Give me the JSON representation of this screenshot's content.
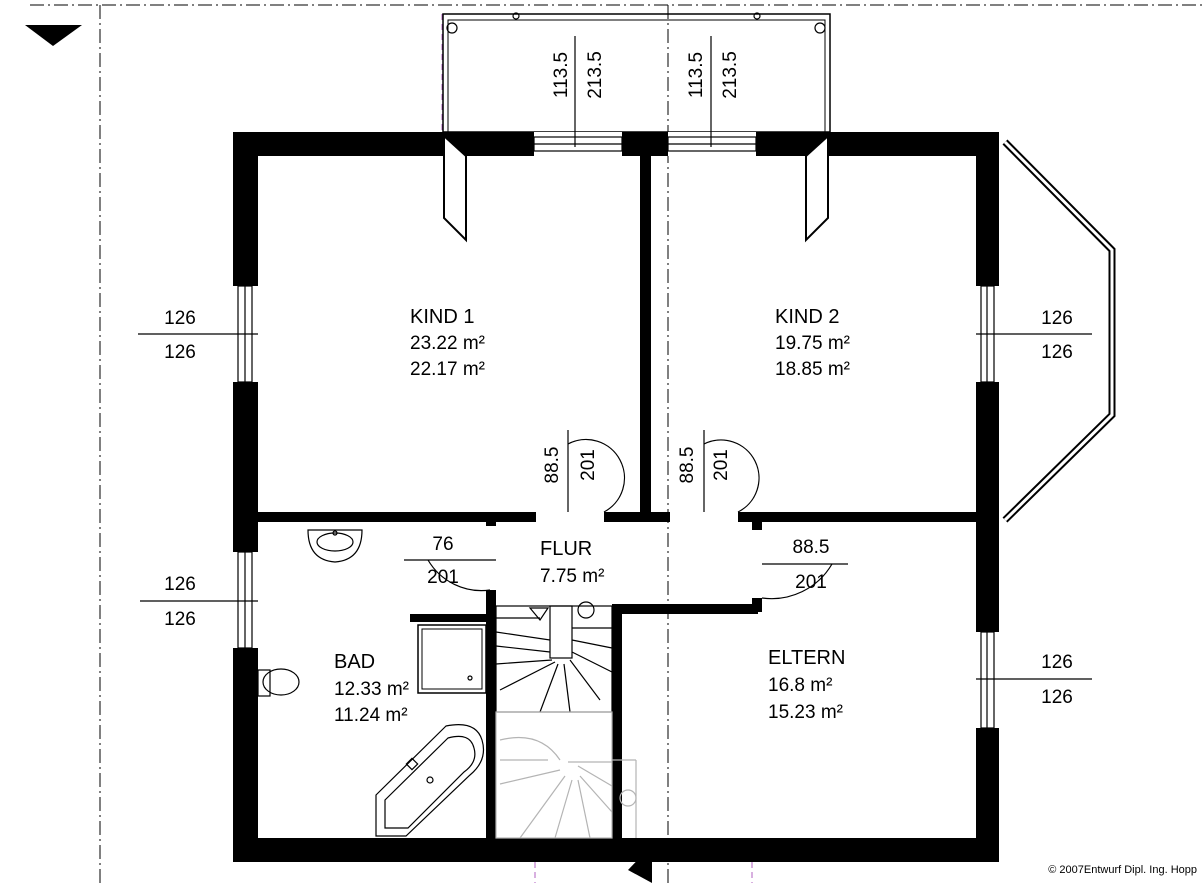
{
  "rooms": {
    "kind1": {
      "name": "KIND 1",
      "area_gross": "23.22 m²",
      "area_net": "22.17 m²"
    },
    "kind2": {
      "name": "KIND 2",
      "area_gross": "19.75 m²",
      "area_net": "18.85 m²"
    },
    "flur": {
      "name": "FLUR",
      "area_gross": "7.75 m²"
    },
    "bad": {
      "name": "BAD",
      "area_gross": "12.33 m²",
      "area_net": "11.24 m²"
    },
    "eltern": {
      "name": "ELTERN",
      "area_gross": "16.8 m²",
      "area_net": "15.23 m²"
    }
  },
  "windows": {
    "kind1_left": {
      "top": "126",
      "bottom": "126"
    },
    "kind2_right": {
      "top": "126",
      "bottom": "126"
    },
    "bad_left": {
      "top": "126",
      "bottom": "126"
    },
    "eltern_right": {
      "top": "126",
      "bottom": "126"
    },
    "balcony_left": {
      "a": "113.5",
      "b": "213.5"
    },
    "balcony_right": {
      "a": "113.5",
      "b": "213.5"
    }
  },
  "doors": {
    "kind1": {
      "a": "88.5",
      "b": "201"
    },
    "kind2": {
      "a": "88.5",
      "b": "201"
    },
    "bad": {
      "a": "76",
      "b": "201"
    },
    "eltern": {
      "a": "88.5",
      "b": "201"
    }
  },
  "copyright": "© 2007Entwurf Dipl. Ing. Hopp"
}
